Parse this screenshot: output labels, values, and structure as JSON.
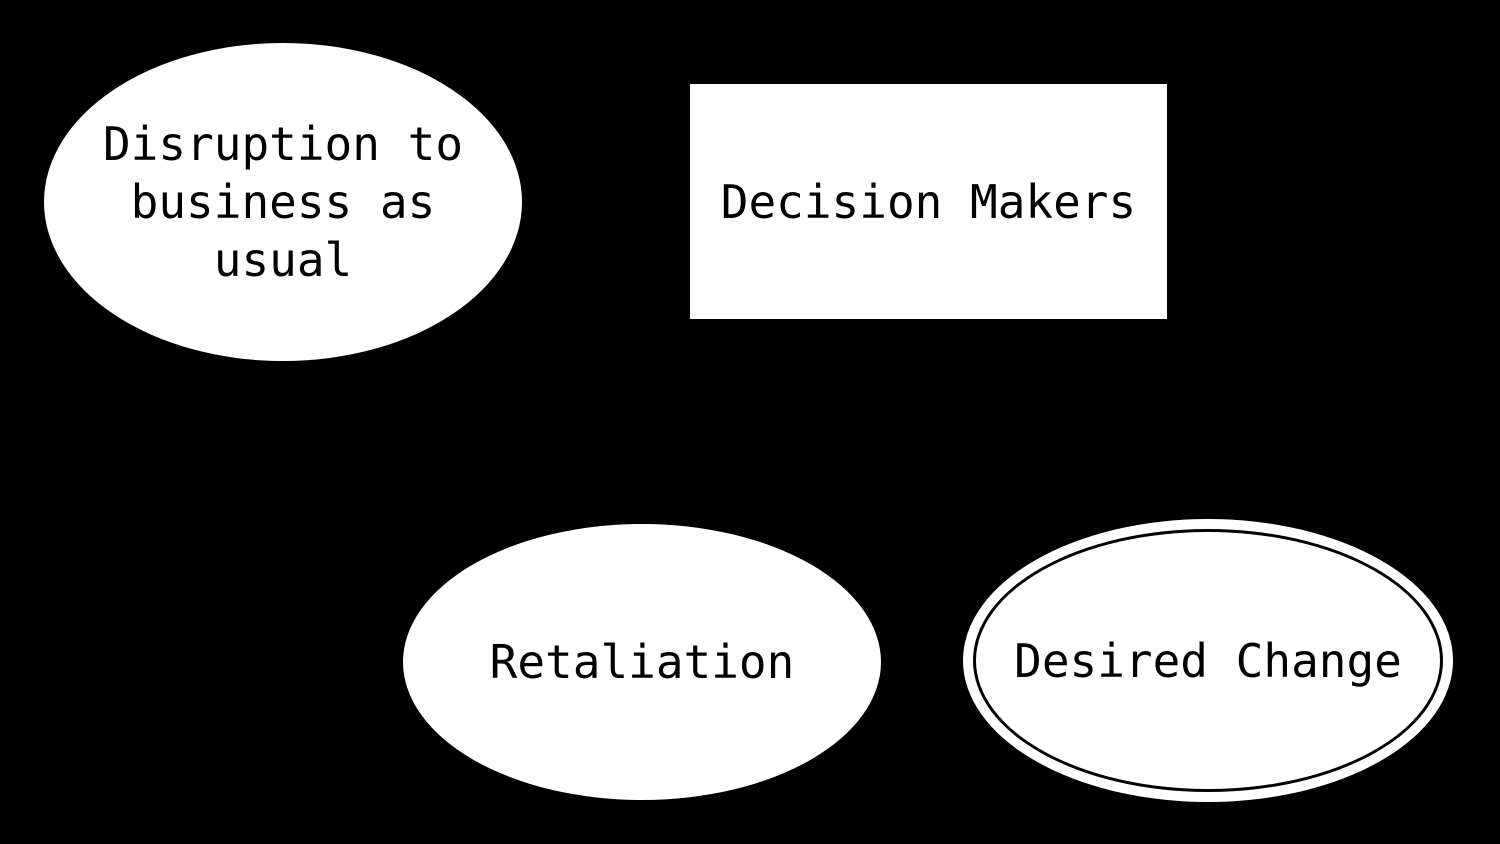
{
  "diagram": {
    "type": "node-diagram",
    "background_color": "#000000",
    "node_fill_color": "#ffffff",
    "node_border_color": "#000000",
    "node_text_color": "#000000",
    "nodes": [
      {
        "id": "disruption-to-business-as-usual",
        "shape": "ellipse",
        "label": "Disruption to\nbusiness as\nusual"
      },
      {
        "id": "decision-makers",
        "shape": "rectangle",
        "label": "Decision Makers"
      },
      {
        "id": "retaliation",
        "shape": "ellipse",
        "label": "Retaliation"
      },
      {
        "id": "desired-change",
        "shape": "double-ellipse",
        "label": "Desired Change"
      }
    ],
    "edges": []
  }
}
